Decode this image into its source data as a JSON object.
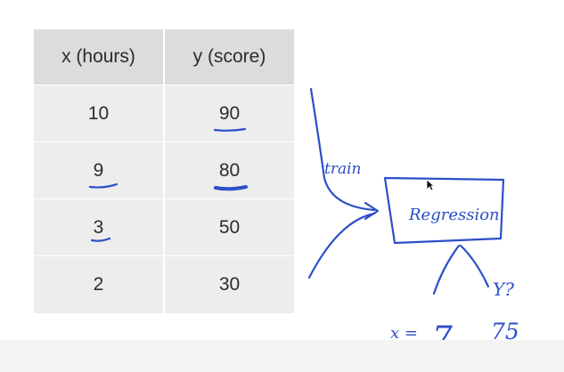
{
  "table": {
    "headers": [
      "x (hours)",
      "y (score)"
    ],
    "rows": [
      [
        "10",
        "90"
      ],
      [
        "9",
        "80"
      ],
      [
        "3",
        "50"
      ],
      [
        "2",
        "30"
      ]
    ]
  },
  "annotations": {
    "train_label": "train",
    "box_label": "Regression",
    "x_label": "x =",
    "x_value": "7",
    "y_label": "Y?",
    "y_value": "75"
  },
  "colors": {
    "ink": "#2b4fc9",
    "header_bg": "#dcdcdc",
    "cell_bg": "#ededed"
  }
}
